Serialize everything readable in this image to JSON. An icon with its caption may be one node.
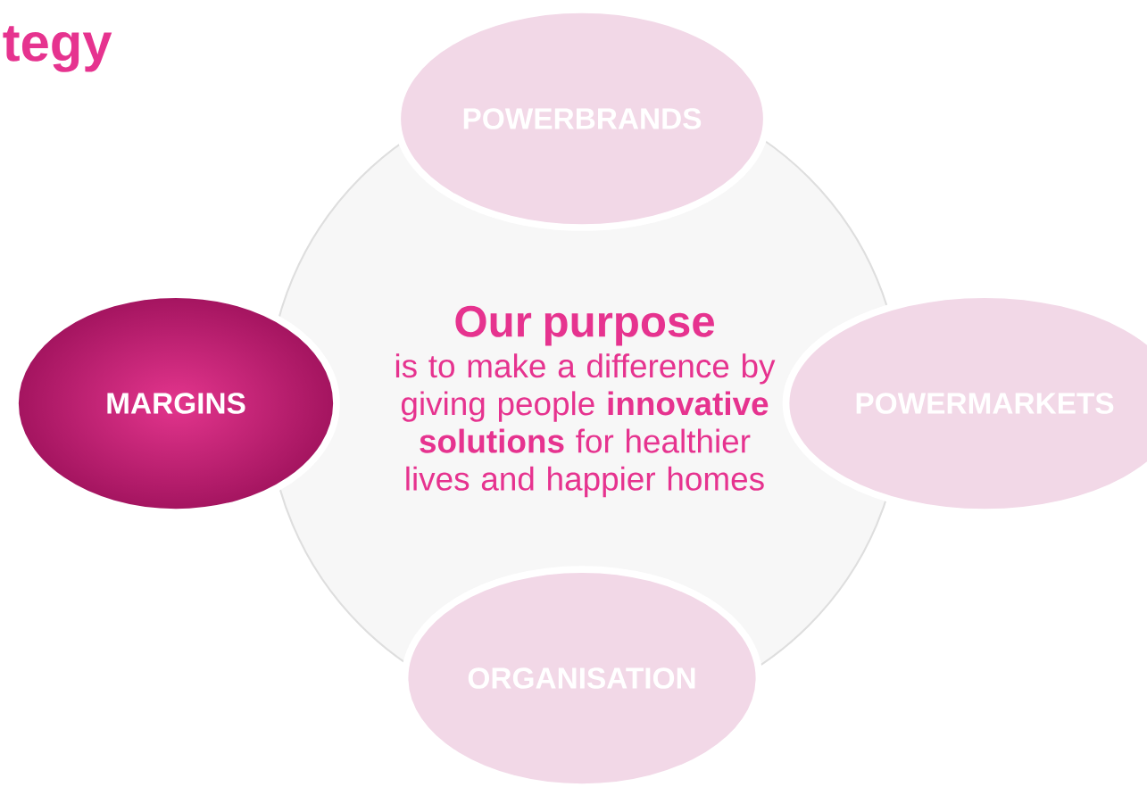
{
  "diagram": {
    "title": "tegy",
    "nodes": [
      {
        "text": [
          "POWERBRANDS"
        ]
      },
      {
        "text": [
          "MARGINS"
        ]
      },
      {
        "text": [
          "Our purpose",
          "is to make a difference by giving people **innovative solutions** for healthier lives and happier homes"
        ]
      },
      {
        "text": [
          "POWERMARKETS"
        ]
      },
      {
        "text": [
          "ORGANISATION"
        ]
      }
    ]
  }
}
